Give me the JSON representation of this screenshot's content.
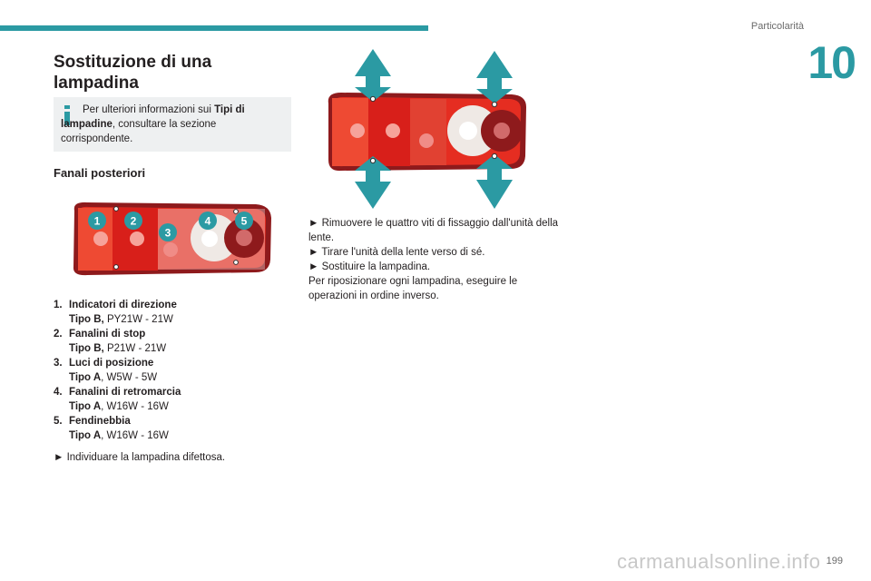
{
  "header": {
    "section": "Particolarità",
    "chapter": "10"
  },
  "title": "Sostituzione di una lampadina",
  "info": {
    "pre": "Per ulteriori informazioni sui ",
    "bold": "Tipi di lampadine",
    "post": ", consultare la sezione corrispondente."
  },
  "subtitle": "Fanali posteriori",
  "callouts": [
    "1",
    "2",
    "3",
    "4",
    "5"
  ],
  "bulbs": [
    {
      "num": "1.",
      "name": "Indicatori di direzione",
      "type_label": "Tipo B,",
      "spec": " PY21W - 21W"
    },
    {
      "num": "2.",
      "name": "Fanalini di stop",
      "type_label": "Tipo B,",
      "spec": " P21W - 21W"
    },
    {
      "num": "3.",
      "name": "Luci di posizione",
      "type_label": "Tipo A",
      "spec": ", W5W - 5W"
    },
    {
      "num": "4.",
      "name": "Fanalini di retromarcia",
      "type_label": "Tipo A",
      "spec": ", W16W - 16W"
    },
    {
      "num": "5.",
      "name": "Fendinebbia",
      "type_label": "Tipo A",
      "spec": ", W16W - 16W"
    }
  ],
  "step_left": "► Individuare la lampadina difettosa.",
  "steps_right": [
    "► Rimuovere le quattro viti di fissaggio dall'unità della lente.",
    "► Tirare l'unità della lente verso di sé.",
    "► Sostituire la lampadina.",
    "Per riposizionare ogni lampadina, eseguire le operazioni in ordine inverso."
  ],
  "page_number": "199",
  "watermark": "carmanualsonline.info",
  "colors": {
    "accent": "#2b9aa3",
    "lamp_red": "#d81f1a",
    "lamp_dark": "#8e1a1c"
  }
}
